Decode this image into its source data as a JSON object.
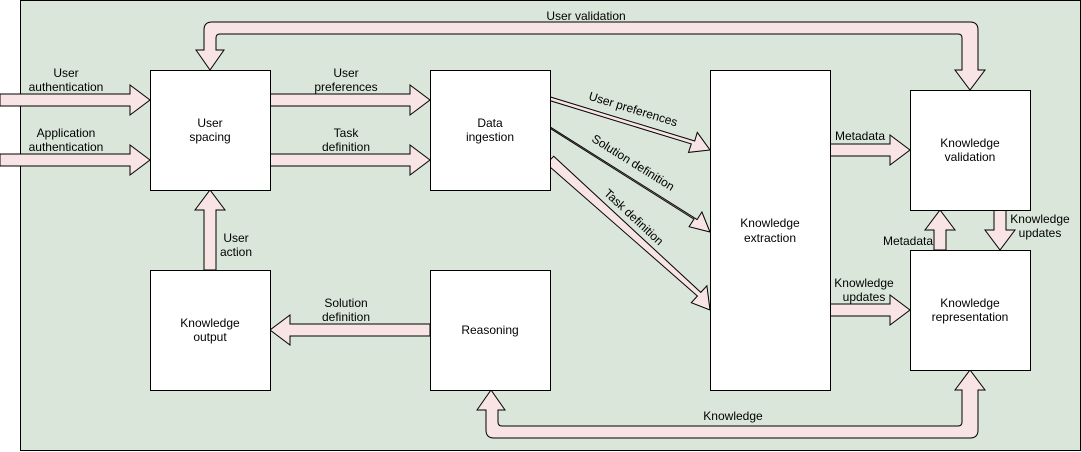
{
  "canvas": {
    "background": "#dae6da",
    "arrow_fill": "#f8e4e4",
    "stroke": "#000000"
  },
  "boxes": {
    "user_spacing": [
      "User",
      "spacing"
    ],
    "data_ingestion": [
      "Data",
      "ingestion"
    ],
    "knowledge_extraction": [
      "Knowledge",
      "extraction"
    ],
    "knowledge_validation": [
      "Knowledge",
      "validation"
    ],
    "knowledge_representation": [
      "Knowledge",
      "representation"
    ],
    "knowledge_output": [
      "Knowledge",
      "output"
    ],
    "reasoning": [
      "Reasoning"
    ]
  },
  "edges": {
    "user_authentication": [
      "User",
      "authentication"
    ],
    "application_authentication": [
      "Application",
      "authentication"
    ],
    "user_preferences_1": [
      "User",
      "preferences"
    ],
    "task_definition_1": [
      "Task",
      "definition"
    ],
    "user_preferences_2": [
      "User preferences"
    ],
    "solution_definition_1": [
      "Solution definition"
    ],
    "task_definition_2": [
      "Task definition"
    ],
    "metadata_1": [
      "Metadata"
    ],
    "knowledge_updates_1": [
      "Knowledge",
      "updates"
    ],
    "metadata_2": [
      "Metadata"
    ],
    "knowledge_updates_2": [
      "Knowledge",
      "updates"
    ],
    "user_action": [
      "User",
      "action"
    ],
    "solution_definition_2": [
      "Solution",
      "definition"
    ],
    "user_validation": [
      "User validation"
    ],
    "knowledge": [
      "Knowledge"
    ]
  }
}
